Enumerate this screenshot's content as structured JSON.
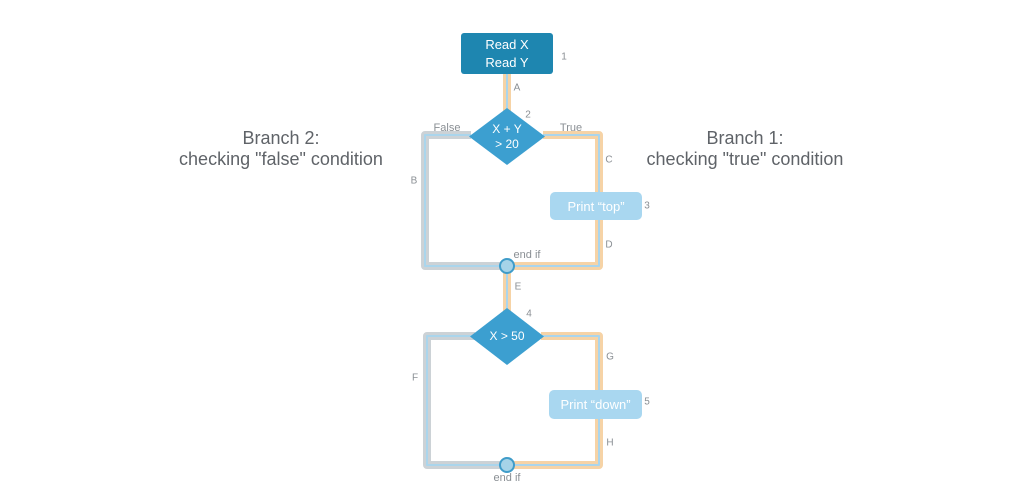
{
  "colors": {
    "node_primary": "#1e86b0",
    "decision_blue": "#3c9fd0",
    "action_light_blue": "#a9d7f0",
    "true_path_highlight": "#f6d3a6",
    "false_path_highlight": "#ccd2d6",
    "flowline_core": "#aad5ec",
    "junction_fill": "#a5d3e8",
    "junction_border": "#3f9cc9",
    "label_gray": "#8a8f94",
    "caption_gray": "#5f6368"
  },
  "captions": {
    "branch2": {
      "line1": "Branch 2:",
      "line2": "checking \"false\" condition"
    },
    "branch1": {
      "line1": "Branch 1:",
      "line2": "checking \"true\" condition"
    }
  },
  "nodes": {
    "read": {
      "line1": "Read X",
      "line2": "Read Y",
      "step": "1"
    },
    "decision1": {
      "line1": "X + Y",
      "line2": "> 20",
      "step": "2"
    },
    "print_top": {
      "label": "Print “top”",
      "step": "3"
    },
    "endif1": "end if",
    "decision2": {
      "label": "X > 50",
      "step": "4"
    },
    "print_down": {
      "label": "Print “down”",
      "step": "5"
    },
    "endif2": "end if"
  },
  "branch_labels": {
    "false": "False",
    "true": "True"
  },
  "edge_labels": {
    "a": "A",
    "b": "B",
    "c": "C",
    "d": "D",
    "e": "E",
    "f": "F",
    "g": "G",
    "h": "H"
  }
}
